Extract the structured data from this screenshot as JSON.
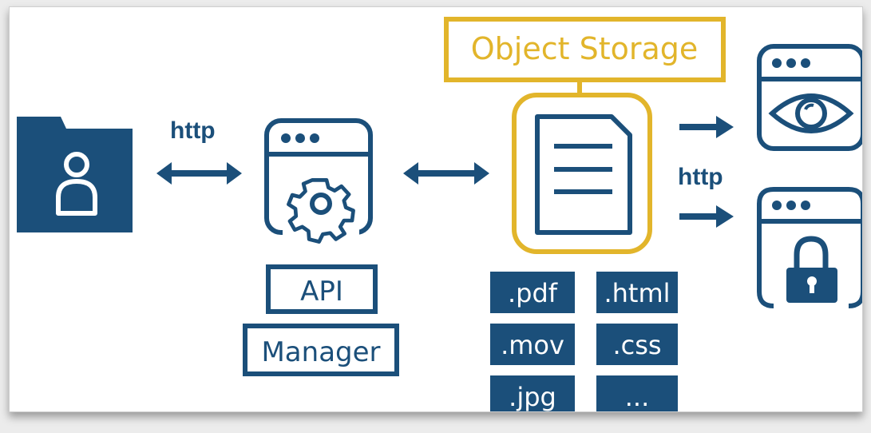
{
  "colors": {
    "navy": "#1b4f7a",
    "gold": "#e2b52b",
    "white": "#ffffff",
    "background": "#ececec"
  },
  "labels": {
    "http_left": "http",
    "http_right": "http",
    "object_storage": "Object Storage",
    "api": "API",
    "manager": "Manager"
  },
  "file_types": [
    ".pdf",
    ".html",
    ".mov",
    ".css",
    ".jpg",
    "..."
  ],
  "icons": {
    "user_folder": "user-folder-icon",
    "api_window": "gear-window-icon",
    "storage_doc": "document-icon",
    "view_window": "eye-window-icon",
    "secure_window": "lock-window-icon"
  }
}
